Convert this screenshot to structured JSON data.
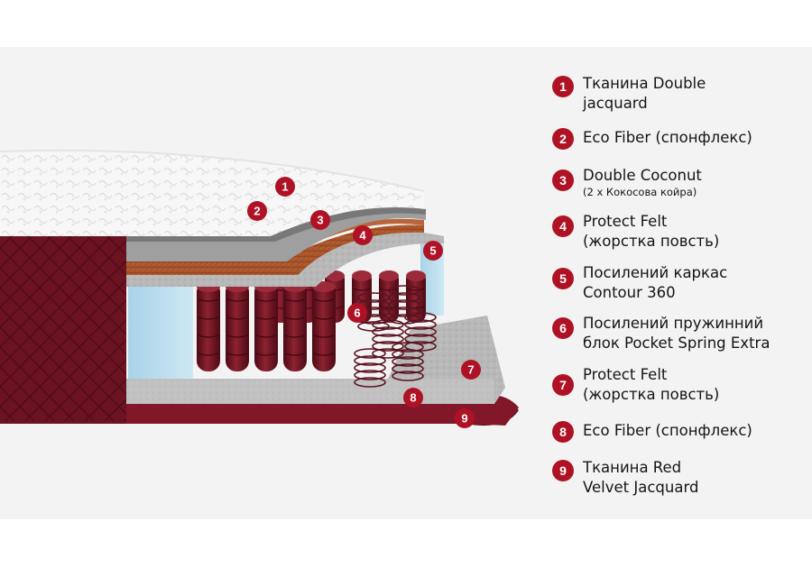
{
  "legend": [
    {
      "number": "1",
      "line1": "Тканина Double",
      "line2": "jacquard"
    },
    {
      "number": "2",
      "line1": "Eco Fiber (спонфлекс)"
    },
    {
      "number": "3",
      "line1": "Double Coconut",
      "note": "(2 х Кокосова койра)"
    },
    {
      "number": "4",
      "line1": "Protect Felt",
      "line2": "(жорстка повсть)"
    },
    {
      "number": "5",
      "line1": "Посилений каркас",
      "line2": "Contour 360"
    },
    {
      "number": "6",
      "line1": "Посилений пружинний",
      "line2": "блок Pocket Spring Extra"
    },
    {
      "number": "7",
      "line1": "Protect Felt",
      "line2": "(жорстка повсть)"
    },
    {
      "number": "8",
      "line1": "Eco Fiber (спонфлекс)"
    },
    {
      "number": "9",
      "line1": "Тканина Red",
      "line2": "Velvet Jacquard"
    }
  ],
  "colors": {
    "badge": "#b01225",
    "velvet": "#6e1522",
    "coconut": "#a9562c",
    "felt": "#b5b5b5",
    "frame_foam": "#b9dced",
    "background": "#f3f3f3"
  }
}
